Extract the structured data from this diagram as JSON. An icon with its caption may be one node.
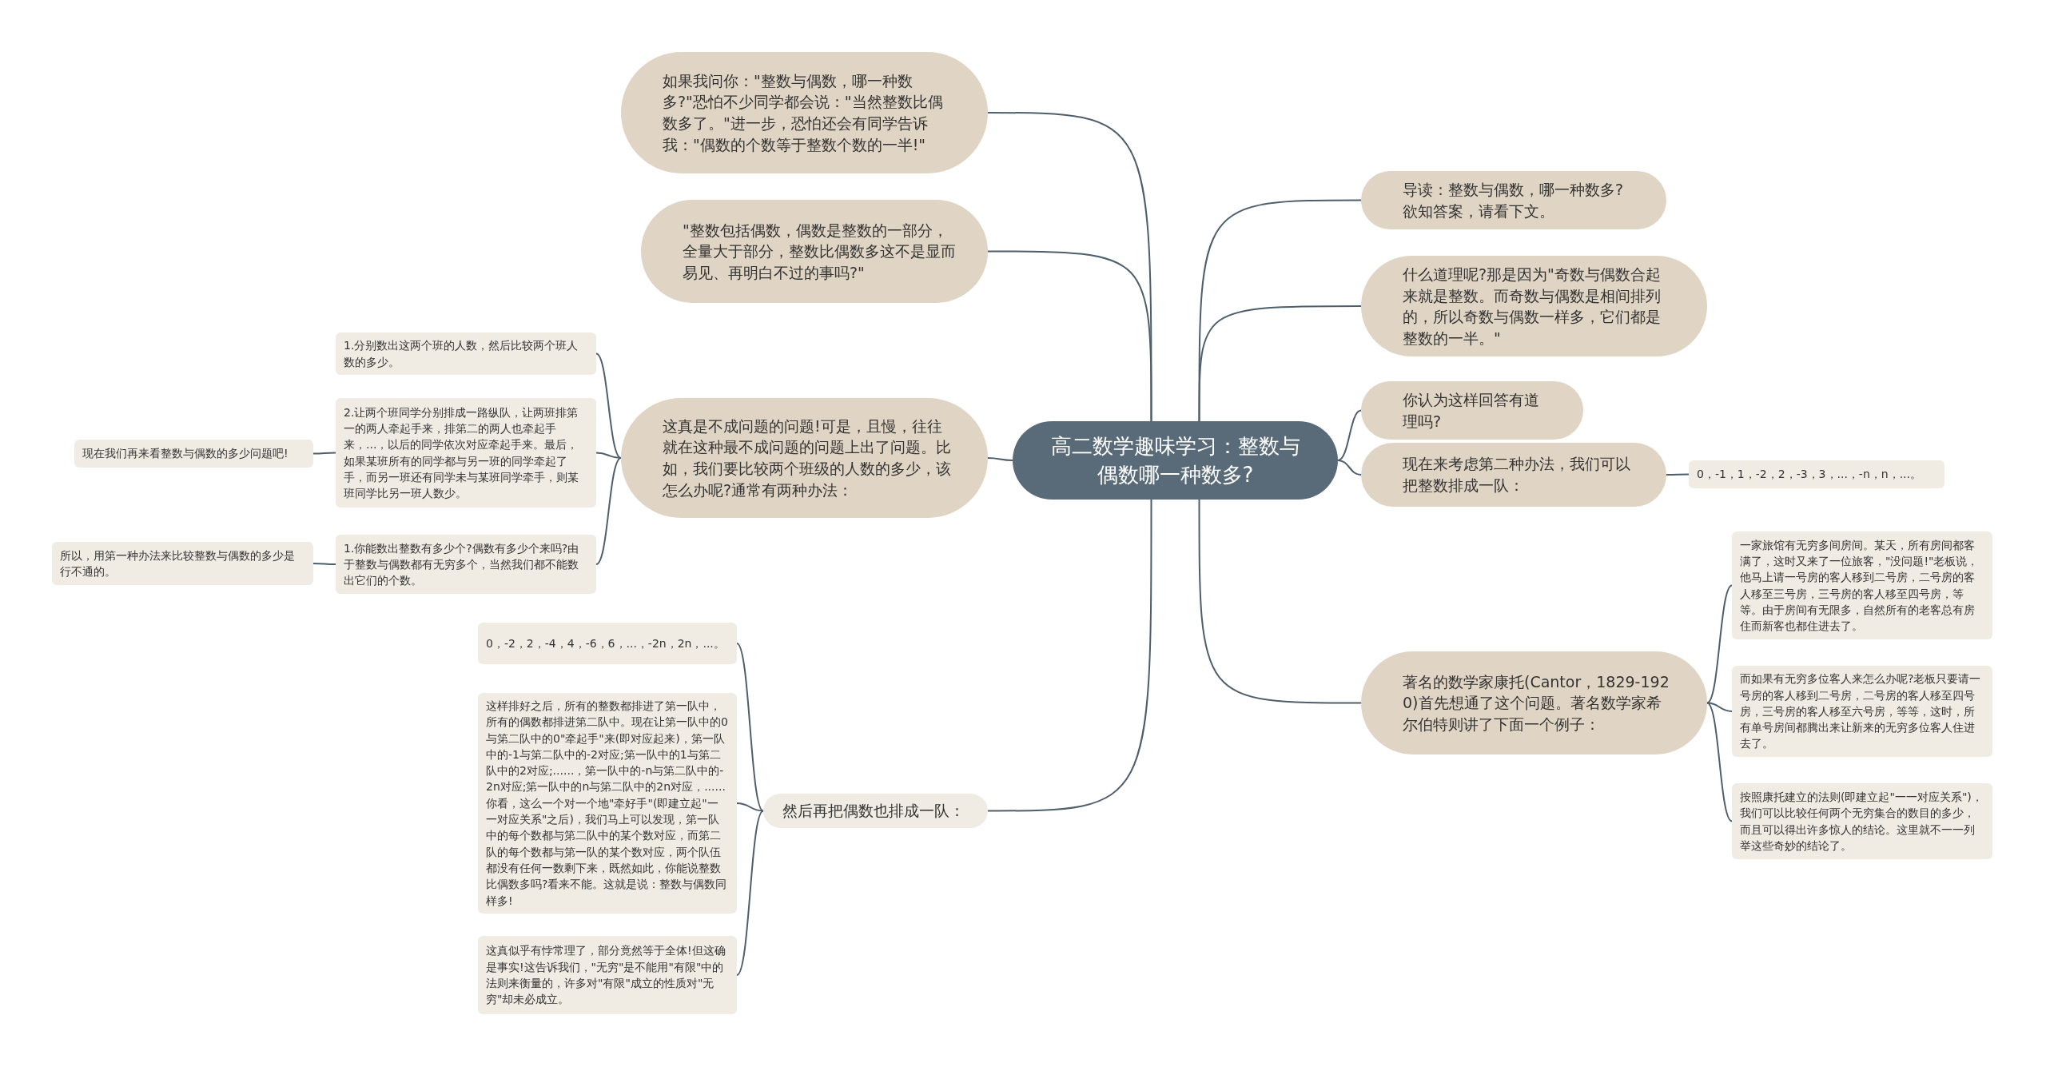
{
  "diagram": {
    "nodes": [
      {
        "text": [
          "高二数学趣味学习：整数与偶数哪一种数多?"
        ]
      },
      {
        "text": [
          "如果我问你：\"整数与偶数，哪一种数多?\"恐怕不少同学都会说：\"当然整数比偶数多了。\"进一步，恐怕还会有同学告诉我：\"偶数的个数等于整数个数的一半!\""
        ]
      },
      {
        "text": [
          "\"整数包括偶数，偶数是整数的一部分，全量大于部分，整数比偶数多这不是显而易见、再明白不过的事吗?\""
        ]
      },
      {
        "text": [
          "这真是不成问题的问题!可是，且慢，往往就在这种最不成问题的问题上出了问题。比如，我们要比较两个班级的人数的多少，该怎么办呢?通常有两种办法："
        ]
      },
      {
        "text": [
          "1.分别数出这两个班的人数，然后比较两个班人数的多少。"
        ]
      },
      {
        "text": [
          "2.让两个班同学分别排成一路纵队，让两班排第一的两人牵起手来，排第二的两人也牵起手来，...，以后的同学依次对应牵起手来。最后，如果某班所有的同学都与另一班的同学牵起了手，而另一班还有同学未与某班同学牵手，则某班同学比另一班人数少。"
        ]
      },
      {
        "text": [
          "现在我们再来看整数与偶数的多少问题吧!"
        ]
      },
      {
        "text": [
          "1.你能数出整数有多少个?偶数有多少个来吗?由于整数与偶数都有无穷多个，当然我们都不能数出它们的个数。"
        ]
      },
      {
        "text": [
          "所以，用第一种办法来比较整数与偶数的多少是行不通的。"
        ]
      },
      {
        "text": [
          "然后再把偶数也排成一队："
        ]
      },
      {
        "text": [
          "0，-2，2，-4，4，-6，6，...，-2n，2n，...。"
        ]
      },
      {
        "text": [
          "这样排好之后，所有的整数都排进了第一队中，所有的偶数都排进第二队中。现在让第一队中的0与第二队中的0\"牵起手\"来(即对应起来)，第一队中的-1与第二队中的-2对应;第一队中的1与第二队中的2对应;......，第一队中的-n与第二队中的-2n对应;第一队中的n与第二队中的2n对应，......你看，这么一个对一个地\"牵好手\"(即建立起\"一一对应关系\"之后)，我们马上可以发现，第一队中的每个数都与第二队中的某个数对应，而第二队的每个数都与第一队的某个数对应，两个队伍都没有任何一数剩下来，既然如此，你能说整数比偶数多吗?看来不能。这就是说：整数与偶数同样多!"
        ]
      },
      {
        "text": [
          "这真似乎有悖常理了，部分竟然等于全体!但这确是事实!这告诉我们，\"无穷\"是不能用\"有限\"中的法则来衡量的，许多对\"有限\"成立的性质对\"无穷\"却未必成立。"
        ]
      },
      {
        "text": [
          "导读：整数与偶数，哪一种数多?欲知答案，请看下文。"
        ]
      },
      {
        "text": [
          "什么道理呢?那是因为\"奇数与偶数合起来就是整数。而奇数与偶数是相间排列的，所以奇数与偶数一样多，它们都是整数的一半。\""
        ]
      },
      {
        "text": [
          "你认为这样回答有道理吗?"
        ]
      },
      {
        "text": [
          "现在来考虑第二种办法，我们可以把整数排成一队："
        ]
      },
      {
        "text": [
          "0，-1，1，-2，2，-3，3，...，-n，n，...。"
        ]
      },
      {
        "text": [
          "著名的数学家康托(Cantor，1829-1920)首先想通了这个问题。著名数学家希尔伯特则讲了下面一个例子："
        ]
      },
      {
        "text": [
          "一家旅馆有无穷多间房间。某天，所有房间都客满了，这时又来了一位旅客，\"没问题!\"老板说，他马上请一号房的客人移到二号房，二号房的客人移至三号房，三号房的客人移至四号房，等等。由于房间有无限多，自然所有的老客总有房住而新客也都住进去了。"
        ]
      },
      {
        "text": [
          "而如果有无穷多位客人来怎么办呢?老板只要请一号房的客人移到二号房，二号房的客人移至四号房，三号房的客人移至六号房，等等，这时，所有单号房间都腾出来让新来的无穷多位客人住进去了。"
        ]
      },
      {
        "text": [
          "按照康托建立的法则(即建立起\"一一对应关系\")，我们可以比较任何两个无穷集合的数目的多少，而且可以得出许多惊人的结论。这里就不一一列举这些奇妙的结论了。"
        ]
      }
    ],
    "edges": [
      {
        "from": 0,
        "to": 1,
        "arrow": "none"
      },
      {
        "from": 0,
        "to": 2,
        "arrow": "none"
      },
      {
        "from": 0,
        "to": 3,
        "arrow": "none"
      },
      {
        "from": 3,
        "to": 4,
        "arrow": "none"
      },
      {
        "from": 3,
        "to": 5,
        "arrow": "none"
      },
      {
        "from": 5,
        "to": 6,
        "arrow": "none"
      },
      {
        "from": 3,
        "to": 7,
        "arrow": "none"
      },
      {
        "from": 7,
        "to": 8,
        "arrow": "none"
      },
      {
        "from": 0,
        "to": 9,
        "arrow": "none"
      },
      {
        "from": 9,
        "to": 10,
        "arrow": "none"
      },
      {
        "from": 9,
        "to": 11,
        "arrow": "none"
      },
      {
        "from": 9,
        "to": 12,
        "arrow": "none"
      },
      {
        "from": 0,
        "to": 13,
        "arrow": "none"
      },
      {
        "from": 0,
        "to": 14,
        "arrow": "none"
      },
      {
        "from": 0,
        "to": 15,
        "arrow": "none"
      },
      {
        "from": 0,
        "to": 16,
        "arrow": "none"
      },
      {
        "from": 16,
        "to": 17,
        "arrow": "none"
      },
      {
        "from": 0,
        "to": 18,
        "arrow": "none"
      },
      {
        "from": 18,
        "to": 19,
        "arrow": "none"
      },
      {
        "from": 18,
        "to": 20,
        "arrow": "none"
      },
      {
        "from": 18,
        "to": 21,
        "arrow": "none"
      }
    ]
  }
}
